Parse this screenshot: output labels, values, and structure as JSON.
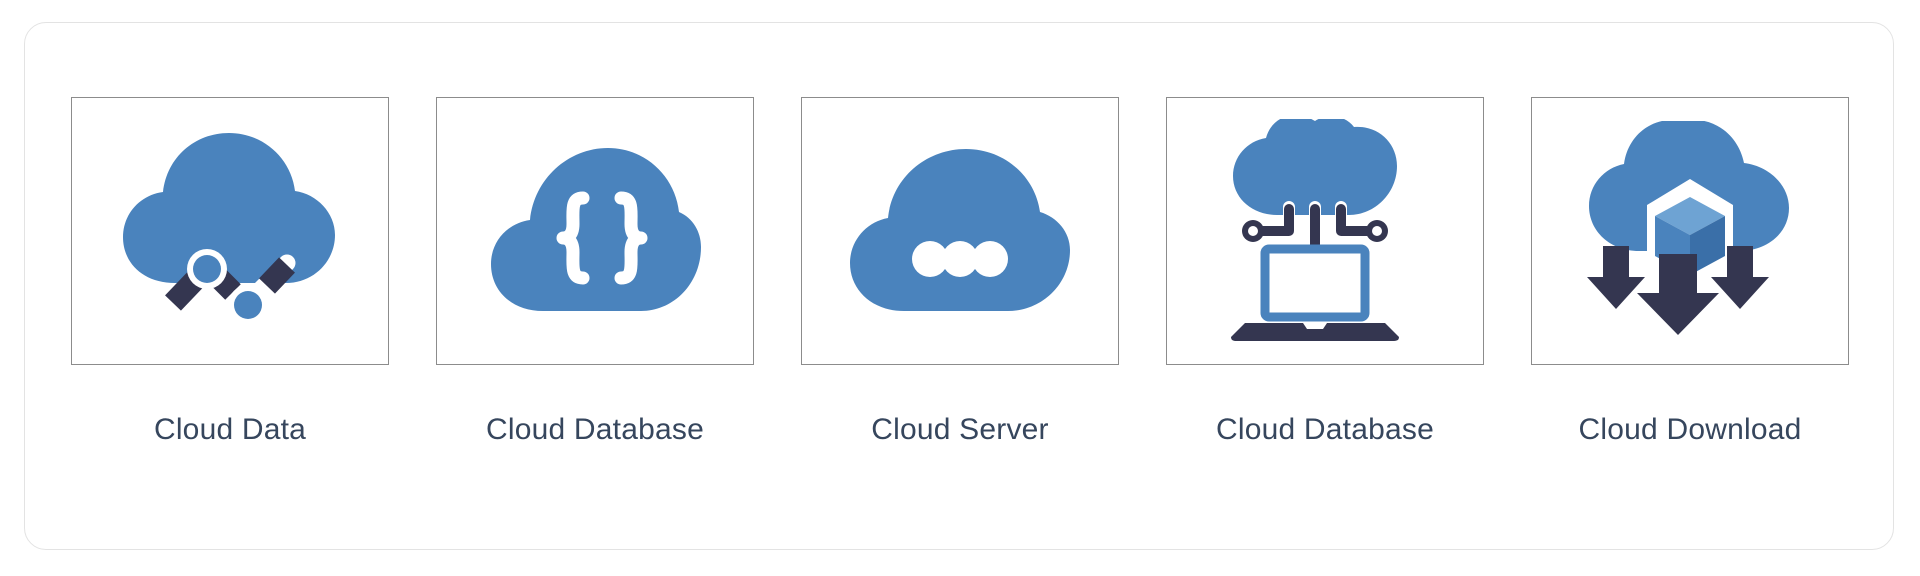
{
  "palette": {
    "cloud_blue": "#4a83bd",
    "dark_navy": "#343650",
    "white": "#ffffff",
    "label_text": "#36465d",
    "box_border": "#8c8c8c",
    "card_border": "#e3e3e3",
    "page_background": "#ffffff"
  },
  "card": {
    "title": ""
  },
  "icons": [
    {
      "id": "cloud-data",
      "label": "Cloud Data",
      "icon_name": "cloud-data-icon",
      "description": "blue cloud with dark navy zigzag analytics line and blue circular nodes"
    },
    {
      "id": "cloud-database-braces",
      "label": "Cloud Database",
      "icon_name": "cloud-braces-icon",
      "description": "blue cloud with white curly braces",
      "glyph": "{ }"
    },
    {
      "id": "cloud-server",
      "label": "Cloud Server",
      "icon_name": "cloud-dots-icon",
      "description": "blue cloud with three white dots"
    },
    {
      "id": "cloud-database-laptop",
      "label": "Cloud Database",
      "icon_name": "cloud-laptop-network-icon",
      "description": "blue cloud connected by dark navy network lines to a blue laptop"
    },
    {
      "id": "cloud-download",
      "label": "Cloud Download",
      "icon_name": "cloud-download-icon",
      "description": "blue cloud with 3d cube and three dark navy downward arrows"
    }
  ]
}
